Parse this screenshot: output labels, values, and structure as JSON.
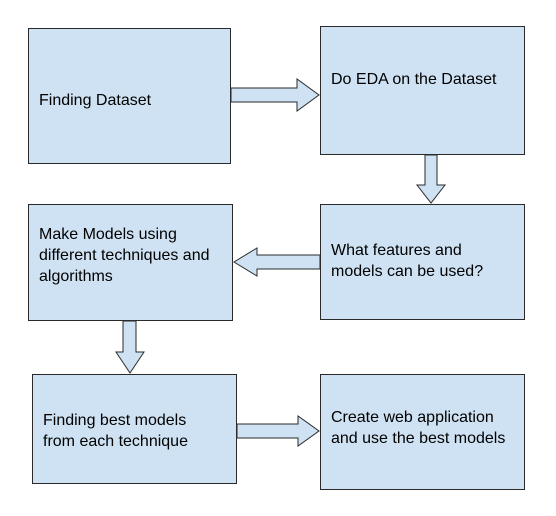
{
  "diagram": {
    "colors": {
      "box_fill": "#cfe2f3",
      "box_border": "#2a2a2a",
      "text": "#000000",
      "background": "#ffffff"
    },
    "steps": [
      {
        "label": "Finding Dataset"
      },
      {
        "label": "Do EDA on the Dataset"
      },
      {
        "label": "What features and\nmodels can be used?"
      },
      {
        "label": "Make Models using\ndifferent techniques and\nalgorithms"
      },
      {
        "label": "Finding best models\nfrom each technique"
      },
      {
        "label": "Create web application\nand use the best models"
      }
    ],
    "flow": [
      {
        "from": "Finding Dataset",
        "to": "Do EDA on the Dataset"
      },
      {
        "from": "Do EDA on the Dataset",
        "to": "What features and models can be used?"
      },
      {
        "from": "What features and models can be used?",
        "to": "Make Models using different techniques and algorithms"
      },
      {
        "from": "Make Models using different techniques and algorithms",
        "to": "Finding best models from each technique"
      },
      {
        "from": "Finding best models from each technique",
        "to": "Create web application and use the best models"
      }
    ]
  }
}
